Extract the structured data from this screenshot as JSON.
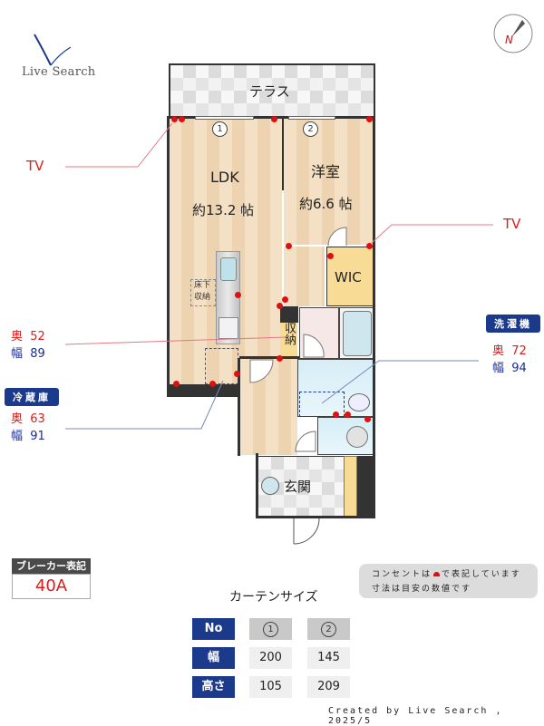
{
  "branding": {
    "logo_text": "Live Search",
    "compass_label": "N"
  },
  "floorplan": {
    "rooms": {
      "terrace": "テラス",
      "ldk_name": "LDK",
      "ldk_size": "約13.2 帖",
      "western_name": "洋室",
      "western_size": "約6.6 帖",
      "wic": "WIC",
      "underfloor_storage": "床下収納",
      "storage": "収納",
      "entrance": "玄関"
    },
    "windows": [
      {
        "no": "1"
      },
      {
        "no": "2"
      }
    ]
  },
  "callouts": {
    "tv_left": "TV",
    "tv_right": "TV",
    "kitchen_space": {
      "depth_label": "奥",
      "depth": "52",
      "width_label": "幅",
      "width": "89"
    },
    "fridge": {
      "title": "冷蔵庫",
      "depth_label": "奥",
      "depth": "63",
      "width_label": "幅",
      "width": "91"
    },
    "washer": {
      "title": "洗濯機",
      "depth_label": "奥",
      "depth": "72",
      "width_label": "幅",
      "width": "94"
    }
  },
  "breaker": {
    "title": "ブレーカー表記",
    "value": "40A"
  },
  "notes": {
    "line1_before": "コンセントは",
    "line1_after": "で表記しています",
    "line2": "寸法は目安の数値です"
  },
  "curtain": {
    "title": "カーテンサイズ",
    "headers": {
      "no": "No",
      "width": "幅",
      "height": "高さ"
    },
    "columns": [
      {
        "no": "1",
        "width": "200",
        "height": "105"
      },
      {
        "no": "2",
        "width": "145",
        "height": "209"
      }
    ]
  },
  "footer": {
    "credit": "Created by Live Search , 2025/5"
  },
  "colors": {
    "accent_navy": "#1c3a8c",
    "outlet_red": "#e01010",
    "label_red": "#e01b1b",
    "label_blue": "#1a2c9a"
  }
}
